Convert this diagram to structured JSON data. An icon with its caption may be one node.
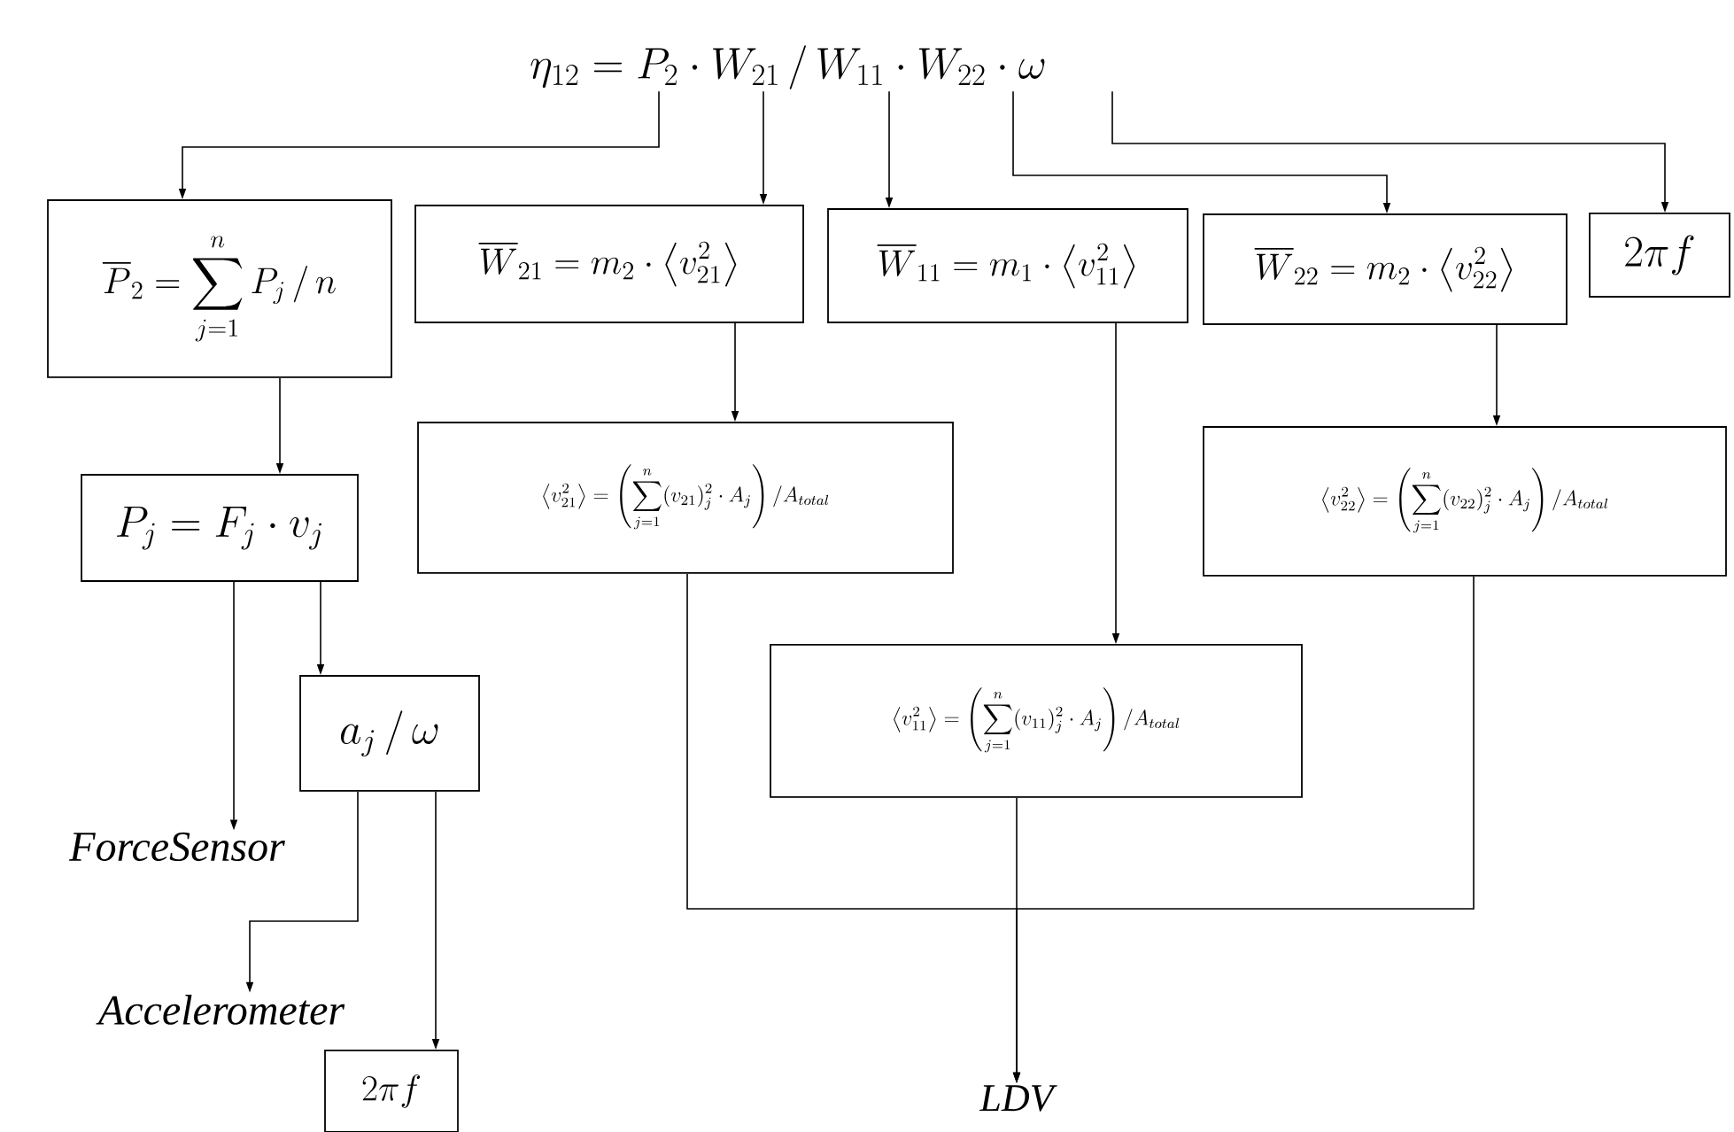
{
  "diagram": {
    "nodes": [
      {
        "text": [
          "\\eta_{12} = P_2 \\cdot W_{21} \\,/\\, W_{11} \\cdot W_{22} \\cdot \\omega"
        ]
      },
      {
        "text": [
          "\\overline{P}_2 = \\sum_{j=1}^{n} P_j \\,/\\, n"
        ]
      },
      {
        "text": [
          "\\overline{W}_{21} = m_2 \\cdot \\left\\langle v_{21}^2 \\right\\rangle"
        ]
      },
      {
        "text": [
          "\\overline{W}_{11} = m_1 \\cdot \\left\\langle v_{11}^2 \\right\\rangle"
        ]
      },
      {
        "text": [
          "\\overline{W}_{22} = m_2 \\cdot \\left\\langle v_{22}^2 \\right\\rangle"
        ]
      },
      {
        "text": [
          "2\\pi f"
        ]
      },
      {
        "text": [
          "P_j = F_j \\cdot v_j"
        ]
      },
      {
        "text": [
          "\\left\\langle v_{21}^2 \\right\\rangle = \\left( \\sum_{j=1}^{n} (v_{21})_j^2 \\cdot A_j \\right) / A_{total}"
        ]
      },
      {
        "text": [
          "\\left\\langle v_{22}^2 \\right\\rangle = \\left( \\sum_{j=1}^{n} (v_{22})_j^2 \\cdot A_j \\right) / A_{total}"
        ]
      },
      {
        "text": [
          "a_j \\,/\\, \\omega"
        ]
      },
      {
        "text": [
          "\\left\\langle v_{11}^2 \\right\\rangle = \\left( \\sum_{j=1}^{n} (v_{11})_j^2 \\cdot A_j \\right) / A_{total}"
        ]
      },
      {
        "text": [
          "ForceSensor"
        ]
      },
      {
        "text": [
          "Accelerometer"
        ]
      },
      {
        "text": [
          "2\\pi f"
        ]
      },
      {
        "text": [
          "LDV"
        ]
      }
    ],
    "edges": [
      {
        "from": 0,
        "to": 1,
        "arrow": "to"
      },
      {
        "from": 0,
        "to": 2,
        "arrow": "to"
      },
      {
        "from": 0,
        "to": 3,
        "arrow": "to"
      },
      {
        "from": 0,
        "to": 4,
        "arrow": "to"
      },
      {
        "from": 0,
        "to": 5,
        "arrow": "to"
      },
      {
        "from": 1,
        "to": 6,
        "arrow": "to"
      },
      {
        "from": 2,
        "to": 7,
        "arrow": "to"
      },
      {
        "from": 4,
        "to": 8,
        "arrow": "to"
      },
      {
        "from": 3,
        "to": 10,
        "arrow": "to"
      },
      {
        "from": 6,
        "to": 11,
        "arrow": "to"
      },
      {
        "from": 6,
        "to": 9,
        "arrow": "to"
      },
      {
        "from": 9,
        "to": 12,
        "arrow": "to"
      },
      {
        "from": 9,
        "to": 13,
        "arrow": "to"
      },
      {
        "from": 7,
        "to": 14,
        "arrow": "to"
      },
      {
        "from": 8,
        "to": 14,
        "arrow": "to"
      },
      {
        "from": 10,
        "to": 14,
        "arrow": "to"
      }
    ]
  }
}
